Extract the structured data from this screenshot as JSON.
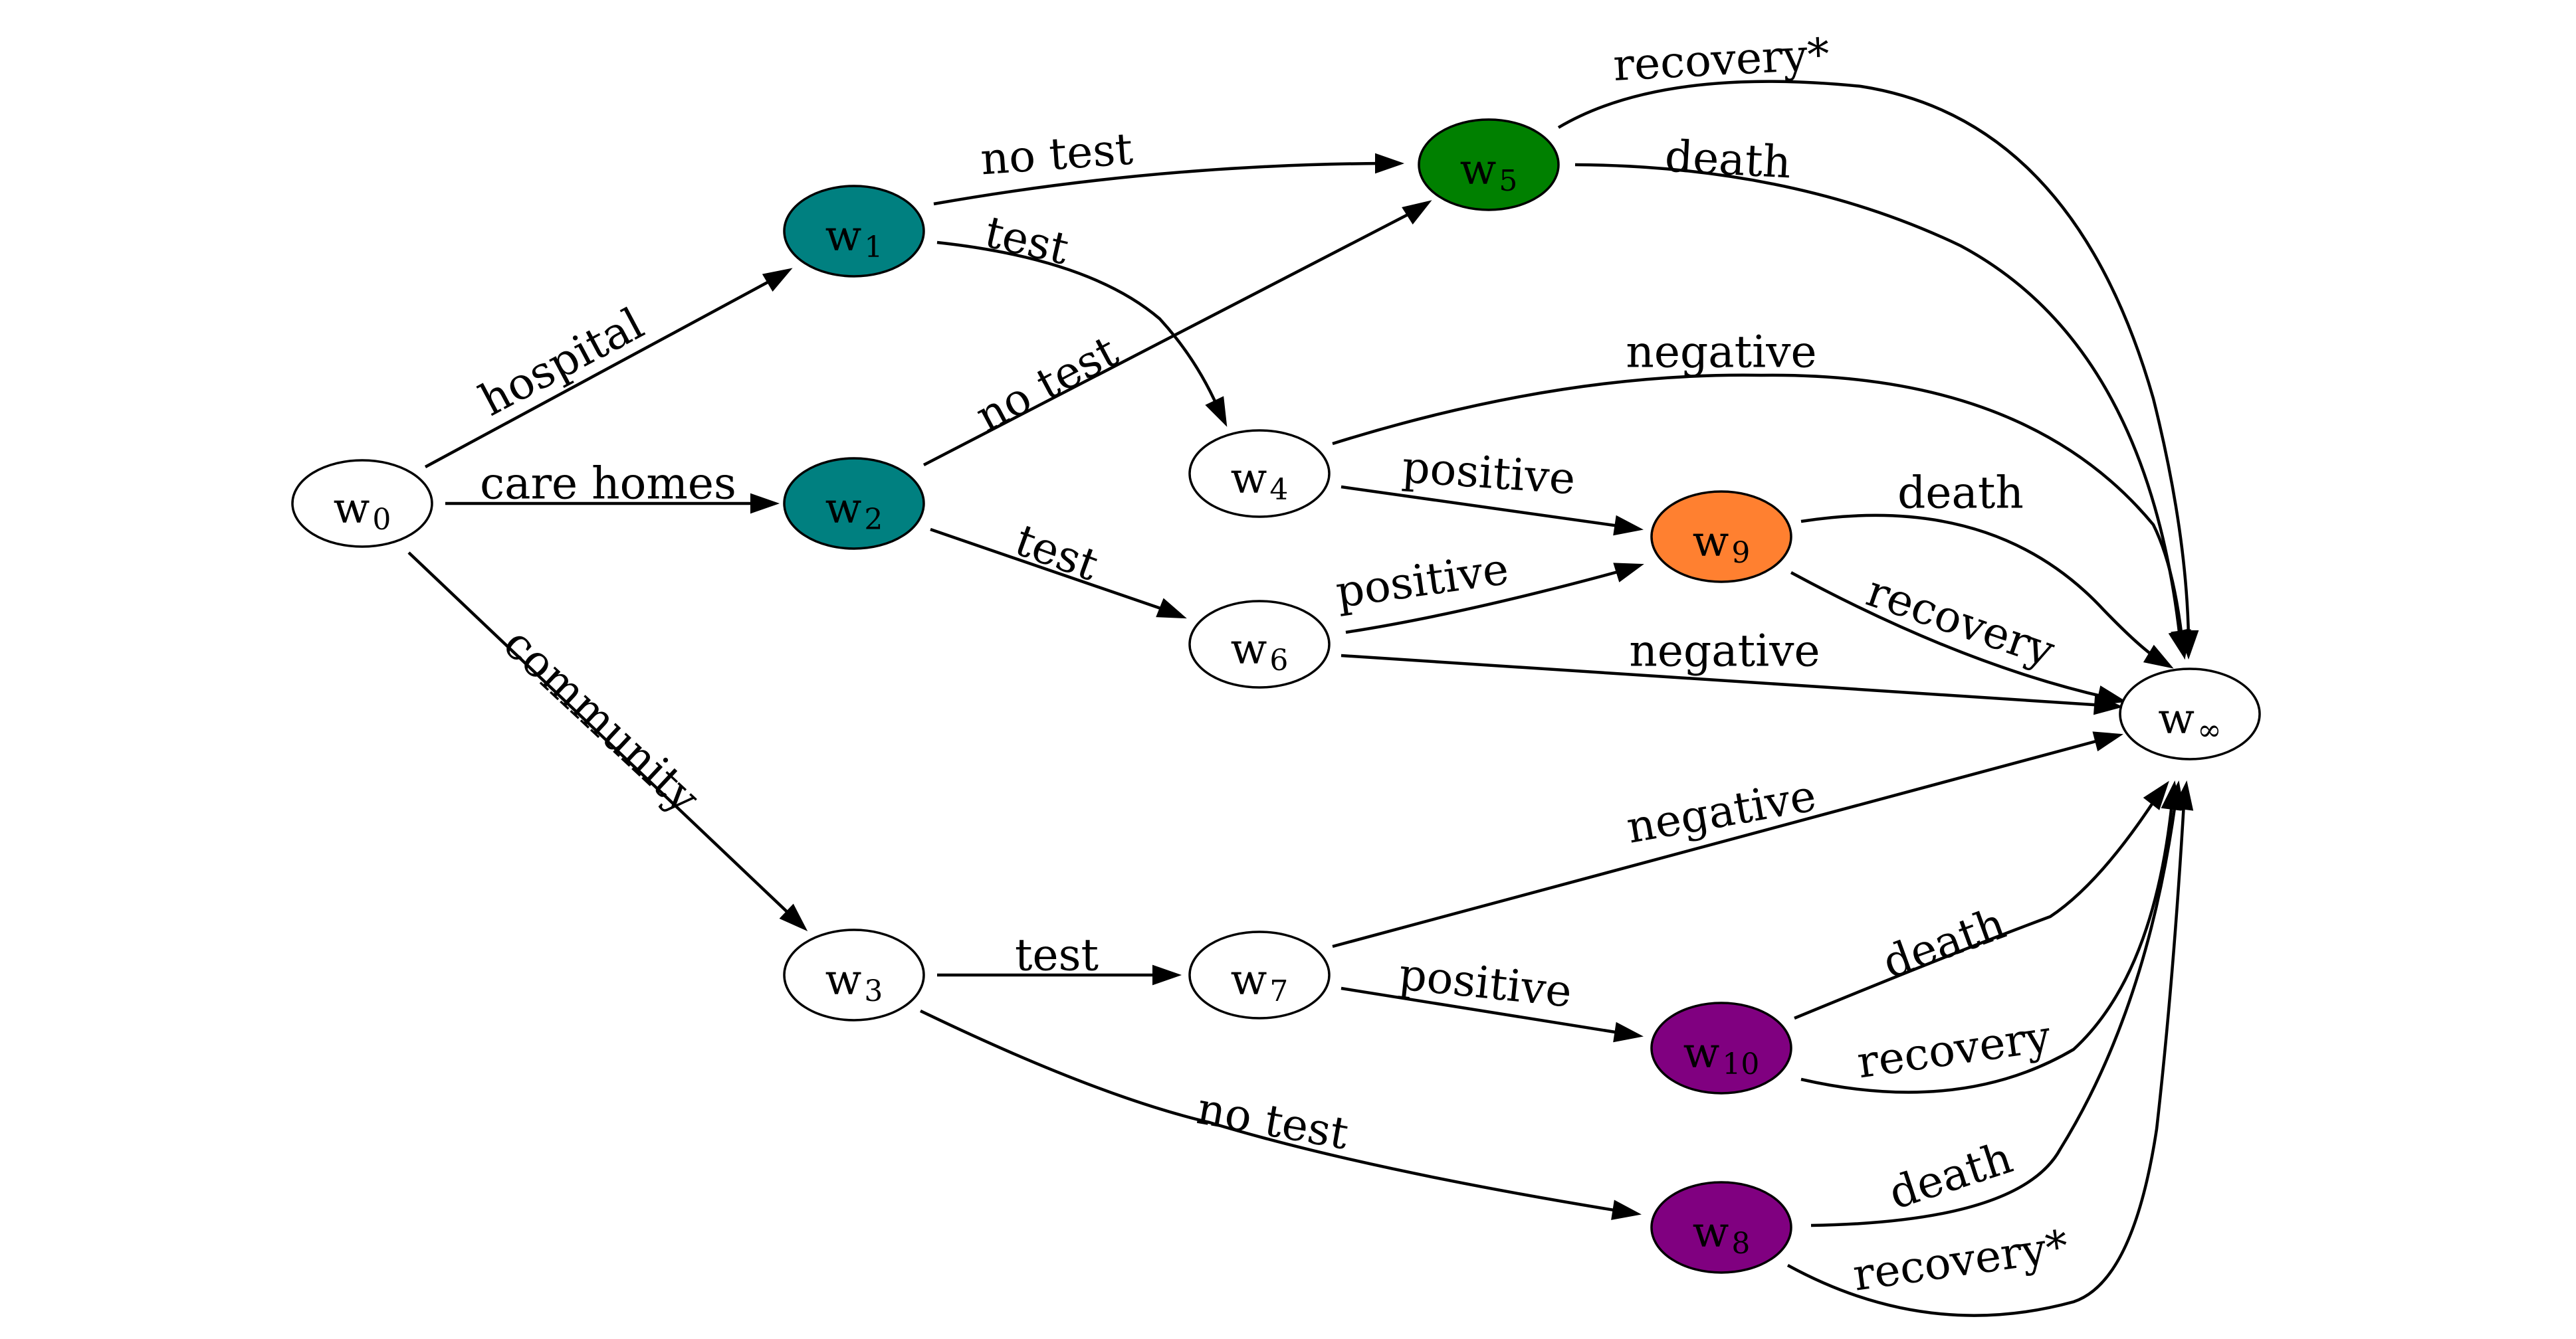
{
  "diagram": {
    "type": "event-tree",
    "nodes": [
      {
        "id": "w0",
        "base": "w",
        "sub": "0",
        "fill": "#ffffff"
      },
      {
        "id": "w1",
        "base": "w",
        "sub": "1",
        "fill": "#008080"
      },
      {
        "id": "w2",
        "base": "w",
        "sub": "2",
        "fill": "#008080"
      },
      {
        "id": "w3",
        "base": "w",
        "sub": "3",
        "fill": "#ffffff"
      },
      {
        "id": "w4",
        "base": "w",
        "sub": "4",
        "fill": "#ffffff"
      },
      {
        "id": "w5",
        "base": "w",
        "sub": "5",
        "fill": "#008000"
      },
      {
        "id": "w6",
        "base": "w",
        "sub": "6",
        "fill": "#ffffff"
      },
      {
        "id": "w7",
        "base": "w",
        "sub": "7",
        "fill": "#ffffff"
      },
      {
        "id": "w8",
        "base": "w",
        "sub": "8",
        "fill": "#800080"
      },
      {
        "id": "w9",
        "base": "w",
        "sub": "9",
        "fill": "#ff8030"
      },
      {
        "id": "w10",
        "base": "w",
        "sub": "10",
        "fill": "#800080"
      },
      {
        "id": "winf",
        "base": "w",
        "sub": "∞",
        "fill": "#ffffff"
      }
    ],
    "edges": [
      {
        "id": "e0",
        "from": "w0",
        "to": "w1",
        "label": "hospital"
      },
      {
        "id": "e1",
        "from": "w0",
        "to": "w2",
        "label": "care homes"
      },
      {
        "id": "e2",
        "from": "w0",
        "to": "w3",
        "label": "community"
      },
      {
        "id": "e3",
        "from": "w1",
        "to": "w5",
        "label": "no test"
      },
      {
        "id": "e4",
        "from": "w1",
        "to": "w4",
        "label": "test"
      },
      {
        "id": "e5",
        "from": "w2",
        "to": "w5",
        "label": "no test"
      },
      {
        "id": "e6",
        "from": "w2",
        "to": "w6",
        "label": "test"
      },
      {
        "id": "e7",
        "from": "w3",
        "to": "w7",
        "label": "test"
      },
      {
        "id": "e8",
        "from": "w3",
        "to": "w8",
        "label": "no test"
      },
      {
        "id": "e9",
        "from": "w5",
        "to": "winf",
        "label": "recovery*"
      },
      {
        "id": "e10",
        "from": "w5",
        "to": "winf",
        "label": "death"
      },
      {
        "id": "e11",
        "from": "w4",
        "to": "winf",
        "label": "negative"
      },
      {
        "id": "e12",
        "from": "w4",
        "to": "w9",
        "label": "positive"
      },
      {
        "id": "e13",
        "from": "w6",
        "to": "w9",
        "label": "positive"
      },
      {
        "id": "e14",
        "from": "w6",
        "to": "winf",
        "label": "negative"
      },
      {
        "id": "e15",
        "from": "w9",
        "to": "winf",
        "label": "death"
      },
      {
        "id": "e16",
        "from": "w9",
        "to": "winf",
        "label": "recovery"
      },
      {
        "id": "e17",
        "from": "w7",
        "to": "winf",
        "label": "negative"
      },
      {
        "id": "e18",
        "from": "w7",
        "to": "w10",
        "label": "positive"
      },
      {
        "id": "e19",
        "from": "w10",
        "to": "winf",
        "label": "death"
      },
      {
        "id": "e20",
        "from": "w10",
        "to": "winf",
        "label": "recovery"
      },
      {
        "id": "e21",
        "from": "w8",
        "to": "winf",
        "label": "death"
      },
      {
        "id": "e22",
        "from": "w8",
        "to": "winf",
        "label": "recovery*"
      }
    ]
  }
}
